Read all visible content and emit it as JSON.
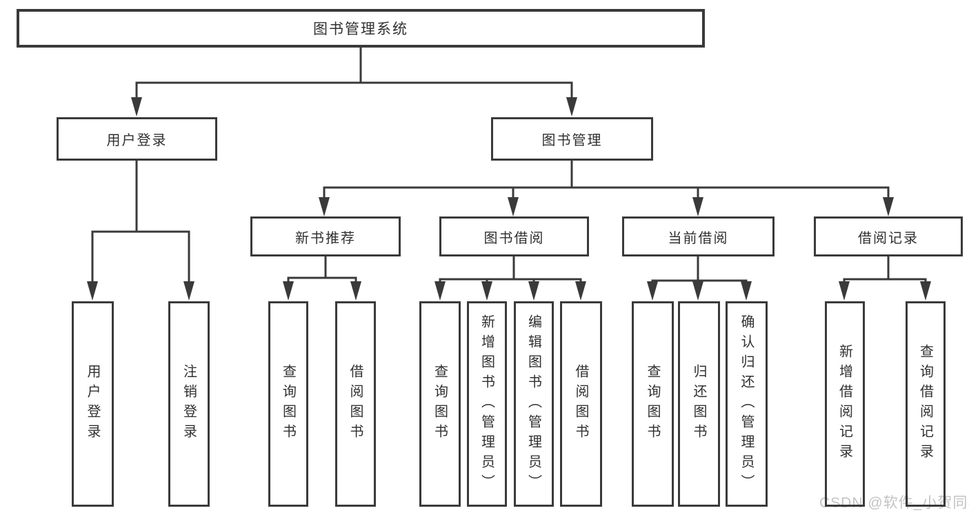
{
  "nodes": {
    "root": "图书管理系统",
    "user_login": "用户登录",
    "book_mgmt": "图书管理",
    "new_book": "新书推荐",
    "book_borrow": "图书借阅",
    "current_borrow": "当前借阅",
    "borrow_record": "借阅记录",
    "ul_login": "用户登录",
    "ul_logout": "注销登录",
    "nb_query": "查询图书",
    "nb_borrow": "借阅图书",
    "bb_query": "查询图书",
    "bb_add": "新增图书（管理员）",
    "bb_edit": "编辑图书（管理员）",
    "bb_borrow": "借阅图书",
    "cb_query": "查询图书",
    "cb_return": "归还图书",
    "cb_confirm": "确认归还（管理员）",
    "br_add": "新增借阅记录",
    "br_query": "查询借阅记录"
  },
  "watermark": "CSDN @软件_小贺同学",
  "colors": {
    "line": "#3a3a3a",
    "text": "#303030",
    "watermark": "#c3c3c3",
    "background": "#ffffff"
  }
}
